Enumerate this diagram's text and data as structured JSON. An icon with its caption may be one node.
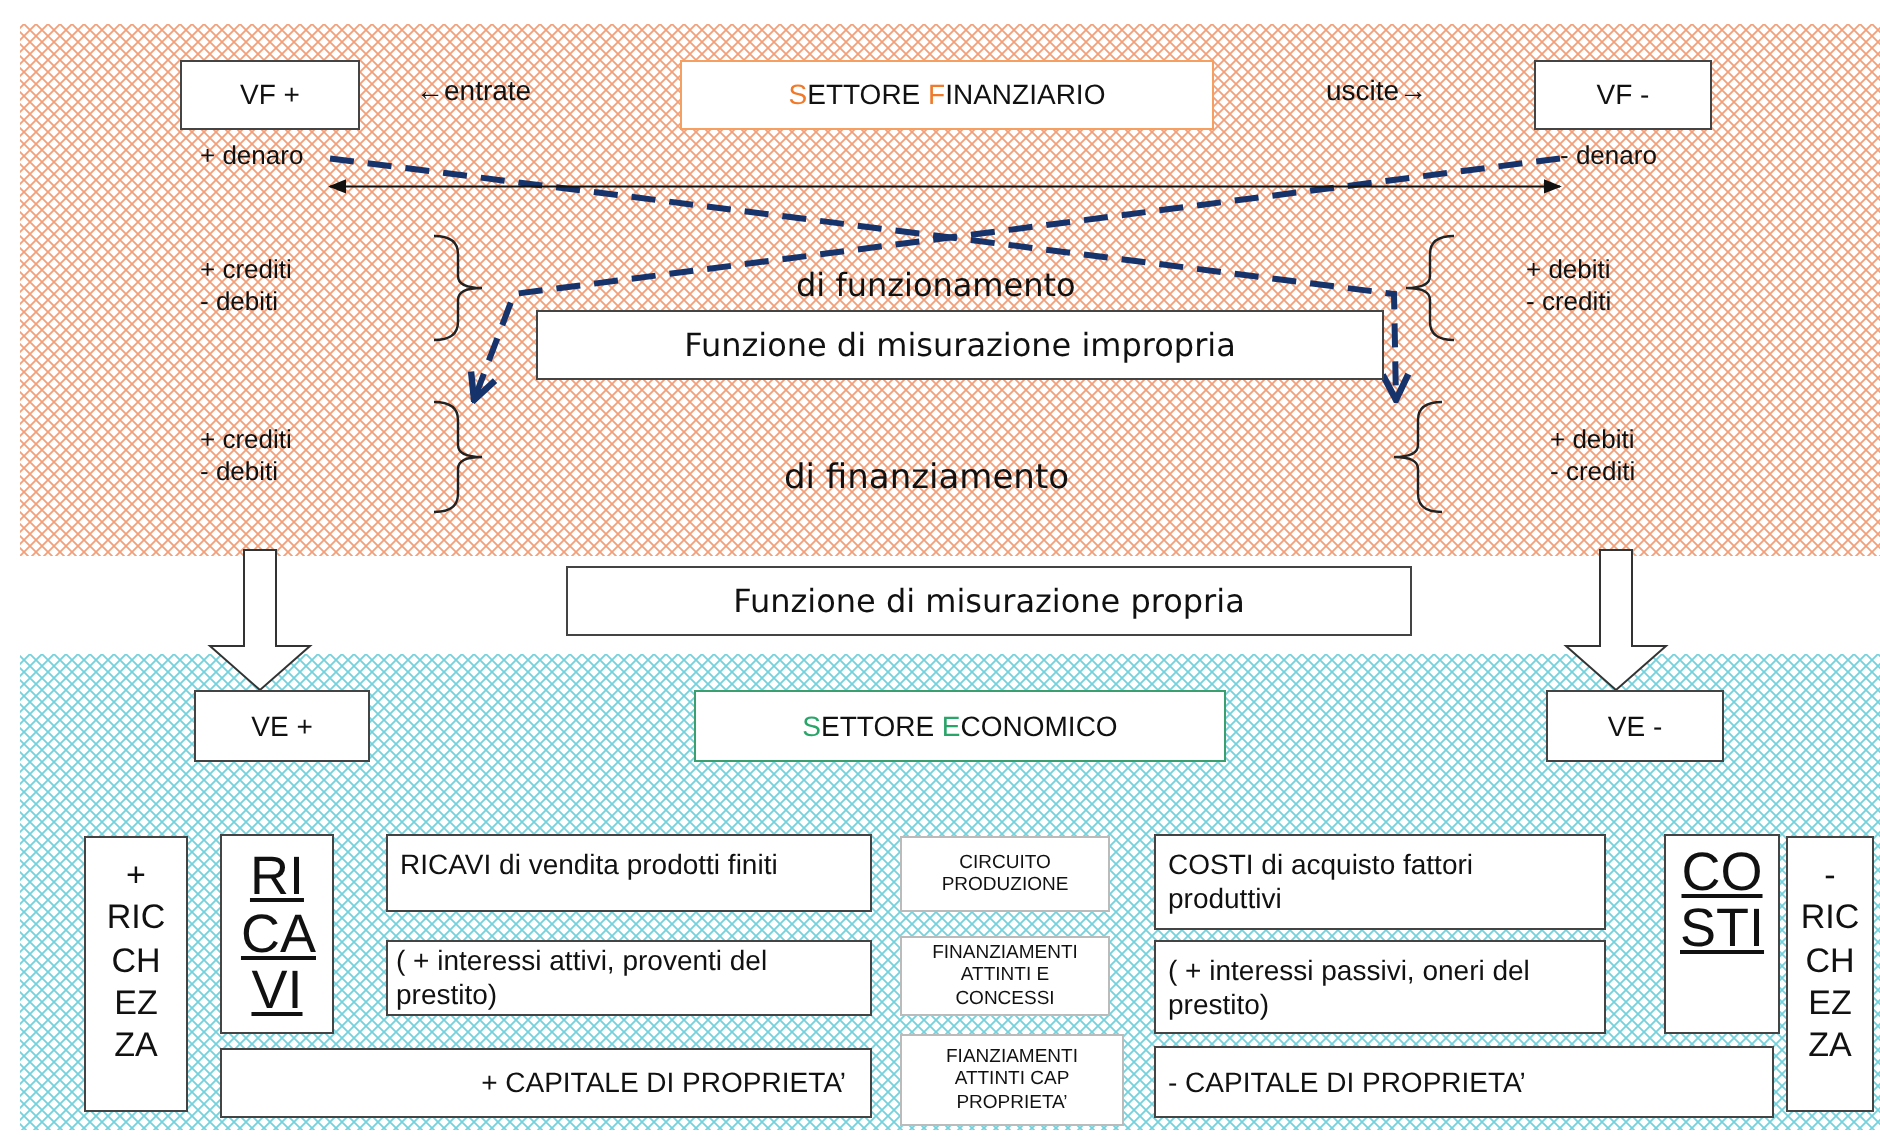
{
  "diagram": {
    "nodes": [
      {
        "text": [
          "VF +"
        ]
      },
      {
        "text": [
          "SETTORE FINANZIARIO"
        ]
      },
      {
        "text": [
          "VF -"
        ]
      },
      {
        "text": [
          "+ denaro"
        ]
      },
      {
        "text": [
          "- denaro"
        ]
      },
      {
        "text": [
          "+ crediti - debiti"
        ]
      },
      {
        "text": [
          "+ debiti - crediti"
        ]
      },
      {
        "text": [
          "Funzione di misurazione impropria"
        ]
      },
      {
        "text": [
          "+ crediti - debiti"
        ]
      },
      {
        "text": [
          "+ debiti - crediti"
        ]
      },
      {
        "text": [
          "Funzione di misurazione propria"
        ]
      },
      {
        "text": [
          "VE +"
        ]
      },
      {
        "text": [
          "SETTORE ECONOMICO"
        ]
      },
      {
        "text": [
          "VE -"
        ]
      },
      {
        "text": [
          "+ RIC CH EZ ZA"
        ]
      },
      {
        "text": [
          "RI CA VI"
        ]
      },
      {
        "text": [
          "RICAVI di vendita prodotti finiti"
        ]
      },
      {
        "text": [
          "CIRCUITO PRODUZIONE"
        ]
      },
      {
        "text": [
          "COSTI di acquisto fattori produttivi"
        ]
      },
      {
        "text": [
          "CO STI"
        ]
      },
      {
        "text": [
          "- RIC CH EZ ZA"
        ]
      },
      {
        "text": [
          "( + interessi attivi, proventi del prestito)"
        ]
      },
      {
        "text": [
          "FINANZIAMENTI ATTINTI E CONCESSI"
        ]
      },
      {
        "text": [
          "( + interessi passivi, oneri del prestito)"
        ]
      },
      {
        "text": [
          "+ CAPITALE DI PROPRIETA’"
        ]
      },
      {
        "text": [
          "FIANZIAMENTI ATTINTI CAP PROPRIETA’"
        ]
      },
      {
        "text": [
          "- CAPITALE DI PROPRIETA’"
        ]
      }
    ],
    "edges": [
      {
        "from": 3,
        "to": 9,
        "arrow": "to",
        "style": "dashed",
        "color": "#16336b"
      },
      {
        "from": 4,
        "to": 8,
        "arrow": "to",
        "style": "dashed",
        "color": "#16336b"
      },
      {
        "from": 3,
        "to": 4,
        "arrow": "both"
      },
      {
        "from": 8,
        "to": 11,
        "arrow": "to",
        "style": "thick"
      },
      {
        "from": 9,
        "to": 13,
        "arrow": "to",
        "style": "thick"
      }
    ],
    "labels": [
      "←entrate",
      "uscite→",
      "di funzionamento",
      "di finanziamento"
    ]
  }
}
